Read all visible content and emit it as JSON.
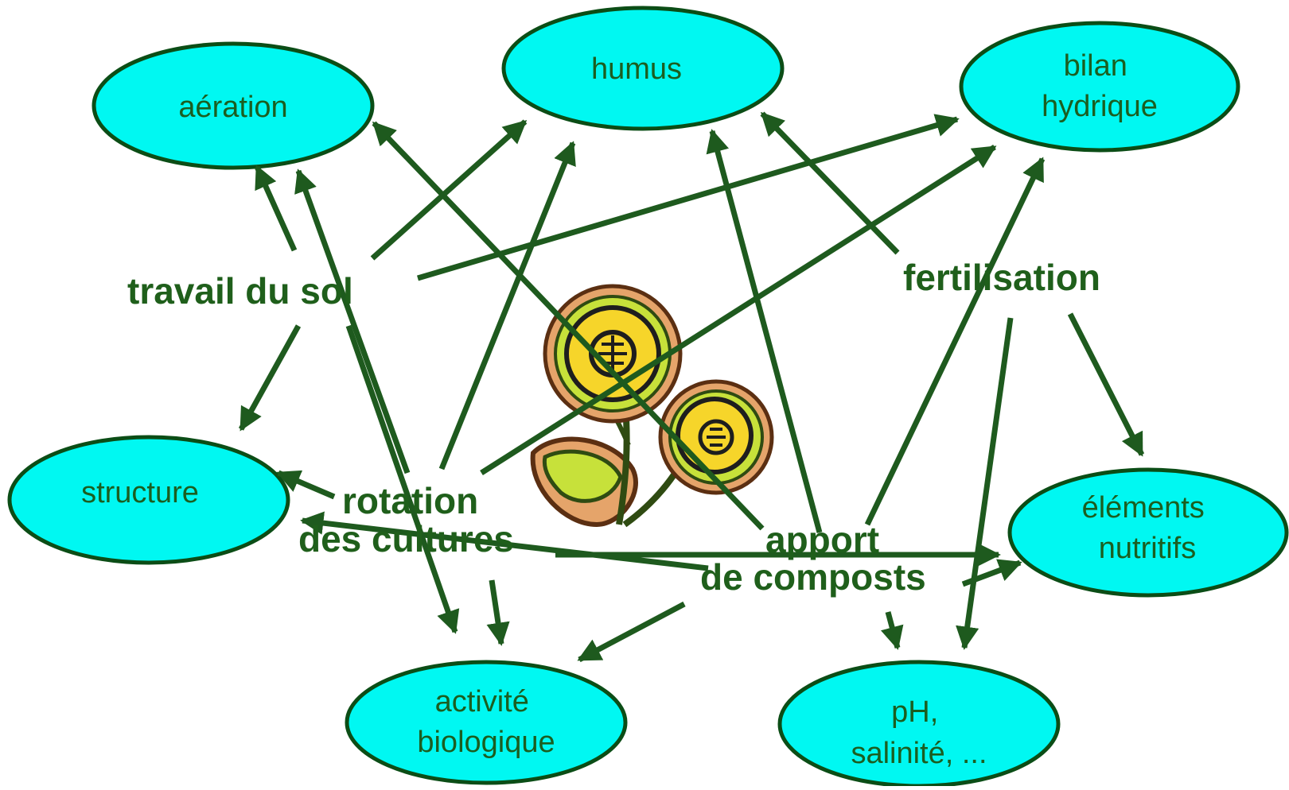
{
  "colors": {
    "node_fill": "#00f8f2",
    "node_stroke": "#0b4d16",
    "node_text": "#1b5e20",
    "arrow": "#1e5a1e",
    "practice_text": "#1f5f1b"
  },
  "nodes": {
    "aeration": {
      "lines": [
        "aération"
      ]
    },
    "humus": {
      "lines": [
        "humus"
      ]
    },
    "bilan_hydrique": {
      "lines": [
        "bilan",
        "hydrique"
      ]
    },
    "structure": {
      "lines": [
        "structure"
      ]
    },
    "elements_nutritifs": {
      "lines": [
        "éléments",
        "nutritifs"
      ]
    },
    "activite_biologique": {
      "lines": [
        "activité",
        "biologique"
      ]
    },
    "ph_salinite": {
      "lines": [
        "pH,",
        "salinité, ..."
      ]
    }
  },
  "practices": {
    "travail_du_sol": {
      "lines": [
        "travail du sol"
      ]
    },
    "fertilisation": {
      "lines": [
        "fertilisation"
      ]
    },
    "rotation_des_cultures": {
      "lines": [
        "rotation",
        "des cultures"
      ]
    },
    "apport_de_composts": {
      "lines": [
        "apport",
        "de composts"
      ]
    }
  },
  "illustration": {
    "icon": "sunflower-clipart-icon"
  },
  "links": [
    {
      "from": "travail_du_sol",
      "to": "aeration"
    },
    {
      "from": "travail_du_sol",
      "to": "humus"
    },
    {
      "from": "travail_du_sol",
      "to": "bilan_hydrique"
    },
    {
      "from": "travail_du_sol",
      "to": "structure"
    },
    {
      "from": "travail_du_sol",
      "to": "activite_biologique"
    },
    {
      "from": "rotation_des_cultures",
      "to": "aeration"
    },
    {
      "from": "rotation_des_cultures",
      "to": "humus"
    },
    {
      "from": "rotation_des_cultures",
      "to": "bilan_hydrique"
    },
    {
      "from": "rotation_des_cultures",
      "to": "structure"
    },
    {
      "from": "rotation_des_cultures",
      "to": "activite_biologique"
    },
    {
      "from": "rotation_des_cultures",
      "to": "elements_nutritifs"
    },
    {
      "from": "apport_de_composts",
      "to": "aeration"
    },
    {
      "from": "apport_de_composts",
      "to": "humus"
    },
    {
      "from": "apport_de_composts",
      "to": "bilan_hydrique"
    },
    {
      "from": "apport_de_composts",
      "to": "structure"
    },
    {
      "from": "apport_de_composts",
      "to": "activite_biologique"
    },
    {
      "from": "apport_de_composts",
      "to": "elements_nutritifs"
    },
    {
      "from": "apport_de_composts",
      "to": "ph_salinite"
    },
    {
      "from": "fertilisation",
      "to": "humus"
    },
    {
      "from": "fertilisation",
      "to": "elements_nutritifs"
    },
    {
      "from": "fertilisation",
      "to": "ph_salinite"
    }
  ]
}
